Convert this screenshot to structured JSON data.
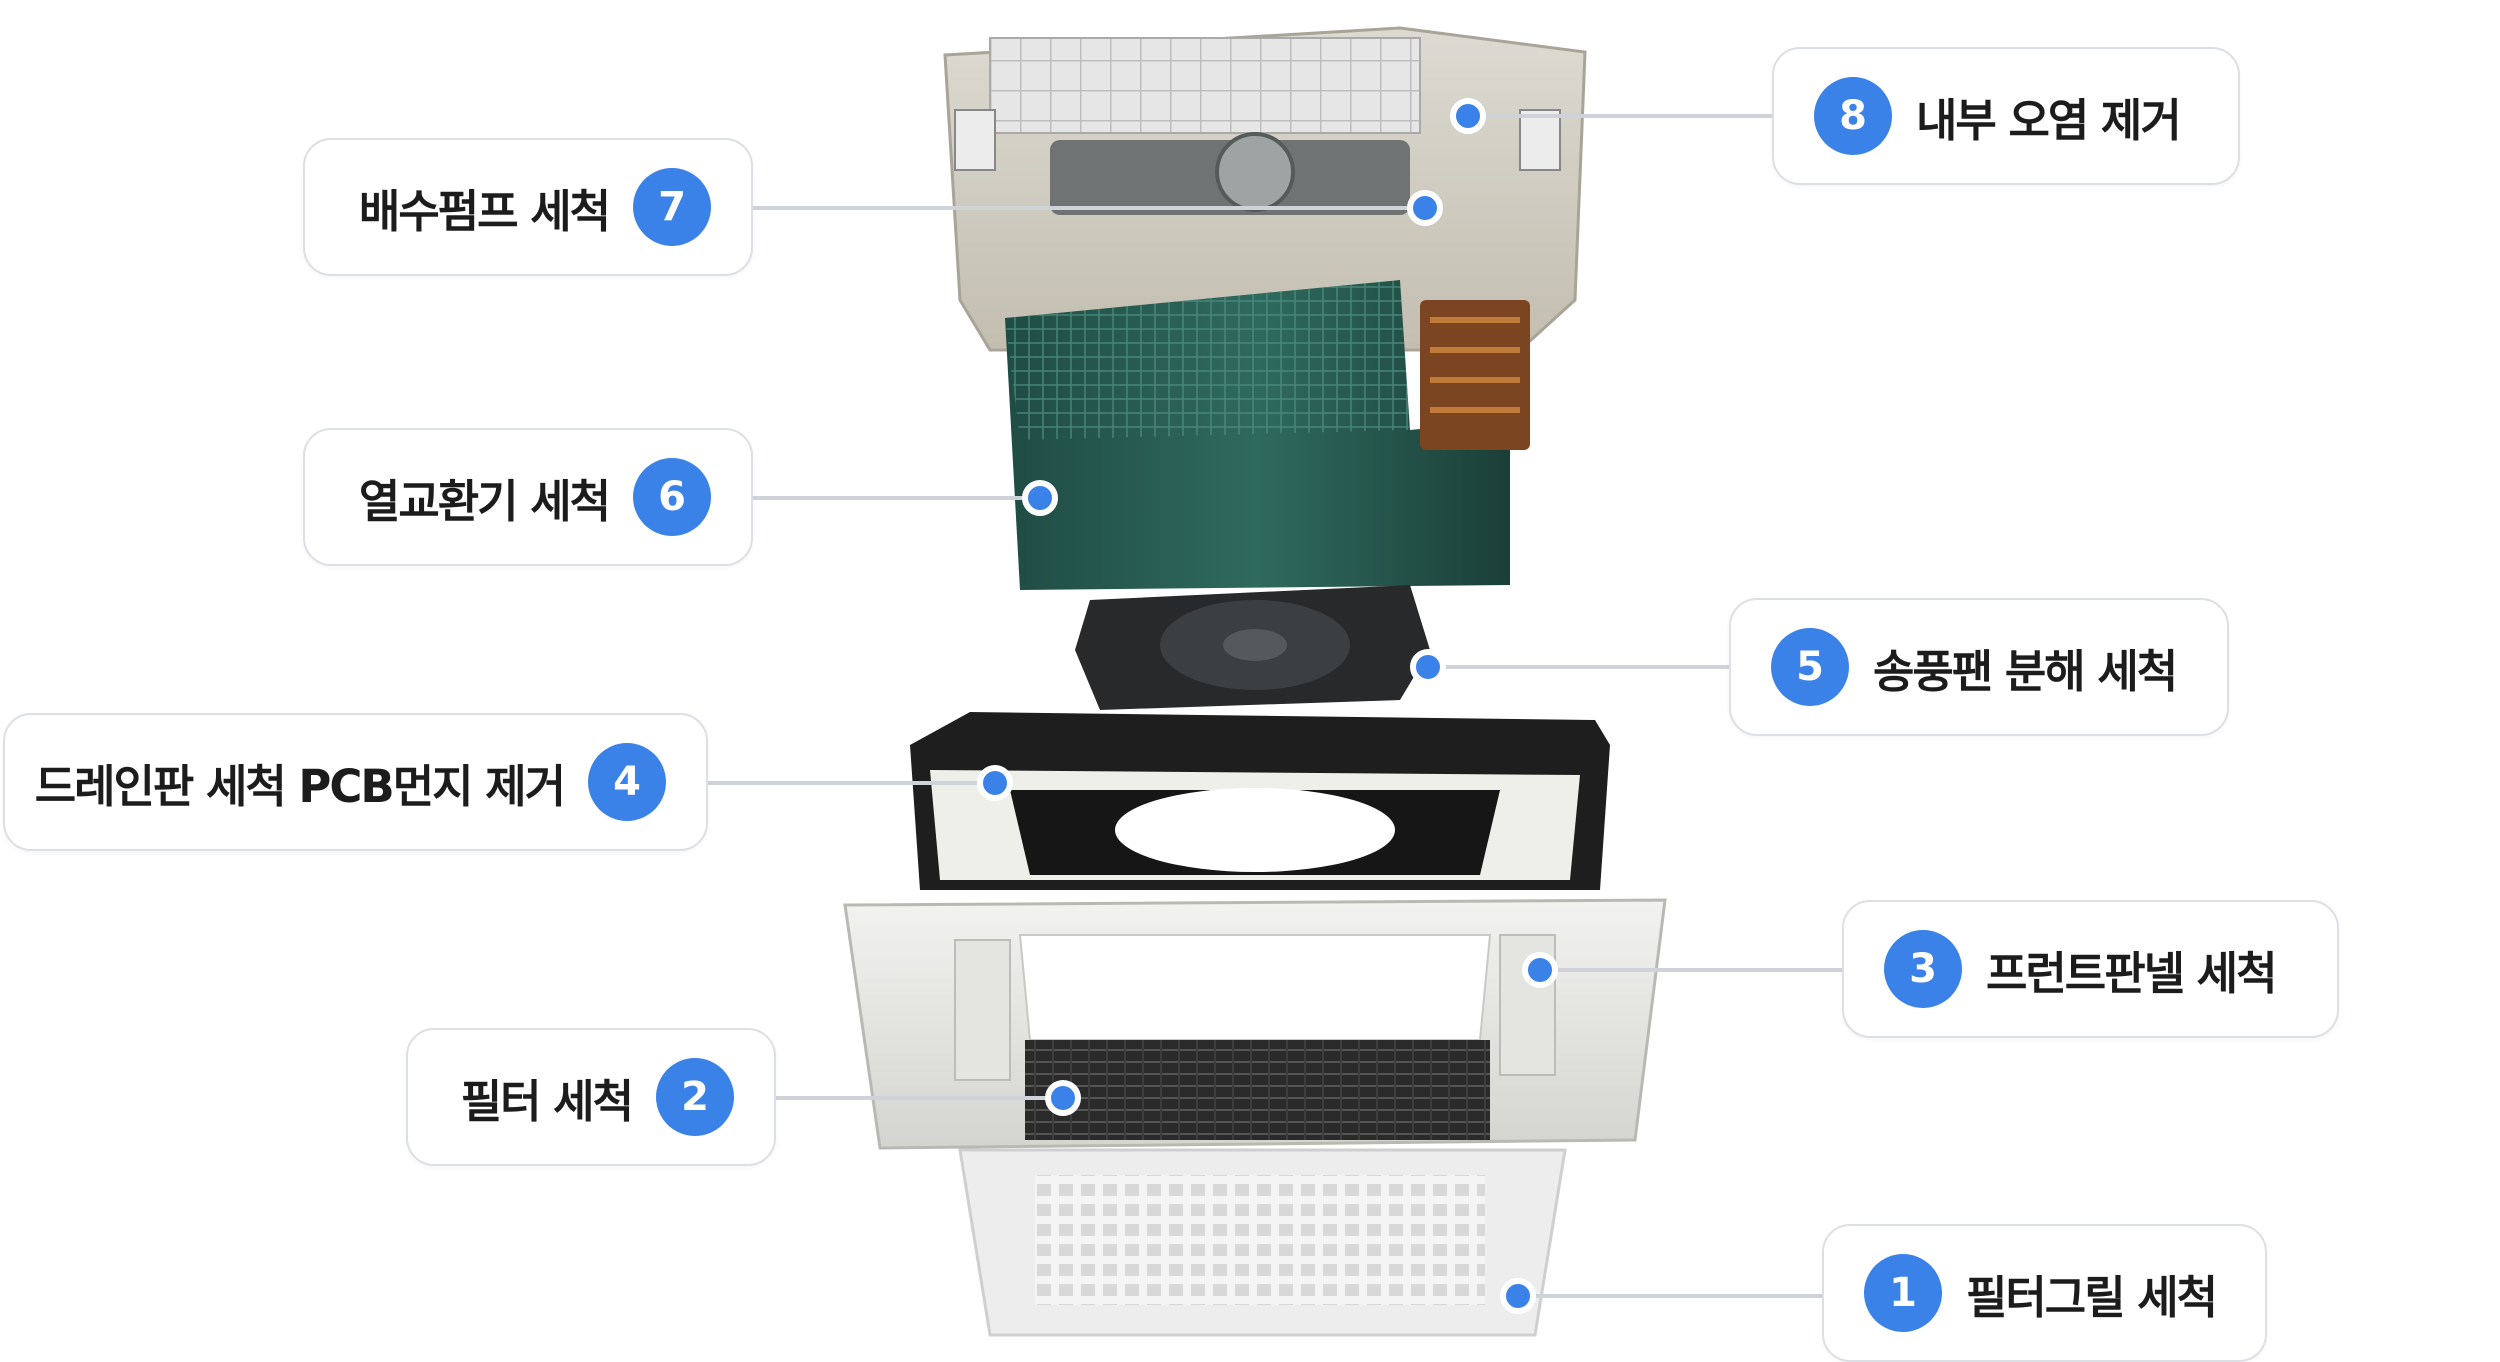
{
  "accent_color": "#3a82e8",
  "connector_color": "#cfd3d9",
  "labels": {
    "item1": {
      "number": "1",
      "text": "필터그릴 세척"
    },
    "item2": {
      "number": "2",
      "text": "필터 세척"
    },
    "item3": {
      "number": "3",
      "text": "프런트판넬 세척"
    },
    "item4": {
      "number": "4",
      "text": "드레인판 세척 PCB먼지 제거"
    },
    "item5": {
      "number": "5",
      "text": "송풍팬 분해 세척"
    },
    "item6": {
      "number": "6",
      "text": "열교환기 세척"
    },
    "item7": {
      "number": "7",
      "text": "배수펌프 세척"
    },
    "item8": {
      "number": "8",
      "text": "내부 오염 제거"
    }
  },
  "parts": [
    "filter-grille",
    "filter",
    "front-panel",
    "drain-pan",
    "blower-fan",
    "heat-exchanger",
    "drain-pump",
    "unit-housing"
  ]
}
